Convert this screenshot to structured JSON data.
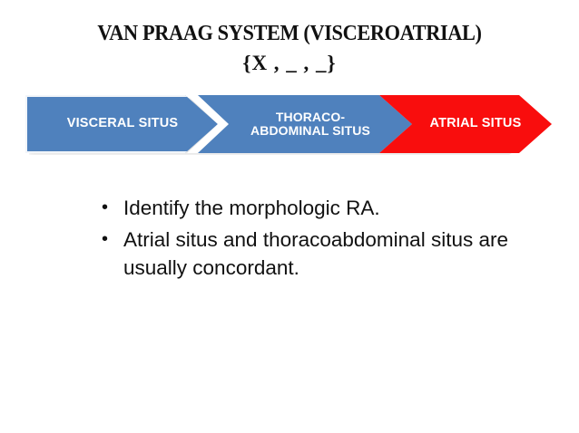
{
  "slide": {
    "title": "VAN PRAAG SYSTEM (VISCEROATRIAL)",
    "subtitle": "{X , _ , _}",
    "background_color": "#FFFFFF",
    "text_color": "#111111"
  },
  "process_diagram": {
    "type": "chevron-process",
    "segments": [
      {
        "label": "VISCERAL SITUS",
        "color": "#4F81BD",
        "text_color": "#FFFFFF",
        "shape": "flat-left-arrow-right"
      },
      {
        "label_line1": "THORACO-",
        "label_line2": "ABDOMINAL SITUS",
        "color": "#4F81BD",
        "text_color": "#FFFFFF",
        "shape": "chevron"
      },
      {
        "label": "ATRIAL SITUS",
        "color": "#F90D0D",
        "text_color": "#FFFFFF",
        "shape": "chevron-arrow-tip"
      }
    ]
  },
  "bullets": [
    {
      "marker": "•",
      "text": "Identify the morphologic RA."
    },
    {
      "marker": "•",
      "text": "Atrial situs and thoracoabdominal situs are usually concordant."
    }
  ]
}
